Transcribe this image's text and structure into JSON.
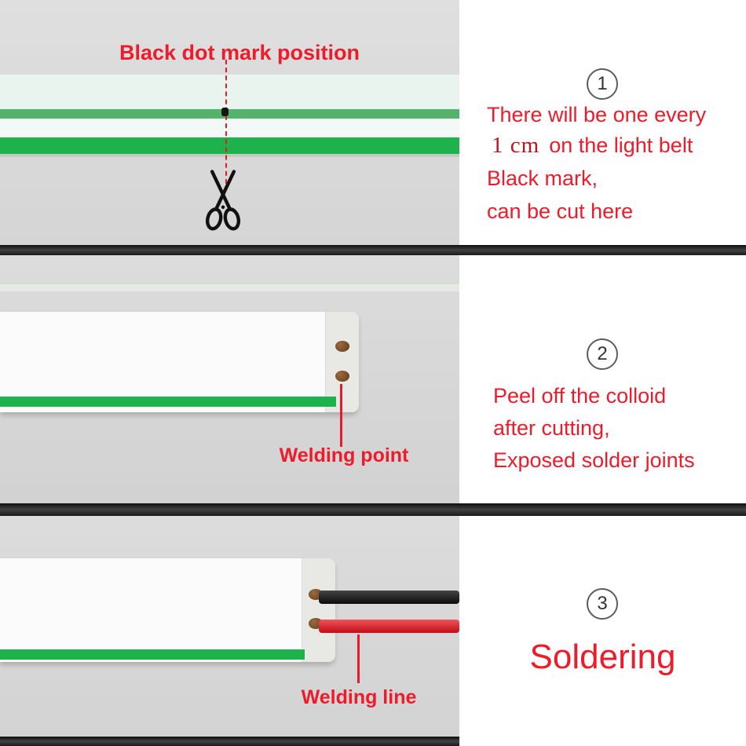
{
  "colors": {
    "accent_red": "#ee1b2a",
    "measure_red": "#bd1420",
    "bright_green": "#1eb24c",
    "soft_green": "#53b26c",
    "dark_bar": "#1a1a1a",
    "solder_brown": "#6b4426"
  },
  "step1": {
    "number": "1",
    "caption": "Black dot mark position",
    "line1": "There will be one every",
    "measure": "1 cm",
    "line2": "on the light belt",
    "line3": "Black mark,",
    "line4": "can be cut here"
  },
  "step2": {
    "number": "2",
    "pointer_label": "Welding point",
    "line1": "Peel off the colloid",
    "line2": "after cutting,",
    "line3": "Exposed solder joints"
  },
  "step3": {
    "number": "3",
    "pointer_label": "Welding line",
    "title": "Soldering"
  }
}
